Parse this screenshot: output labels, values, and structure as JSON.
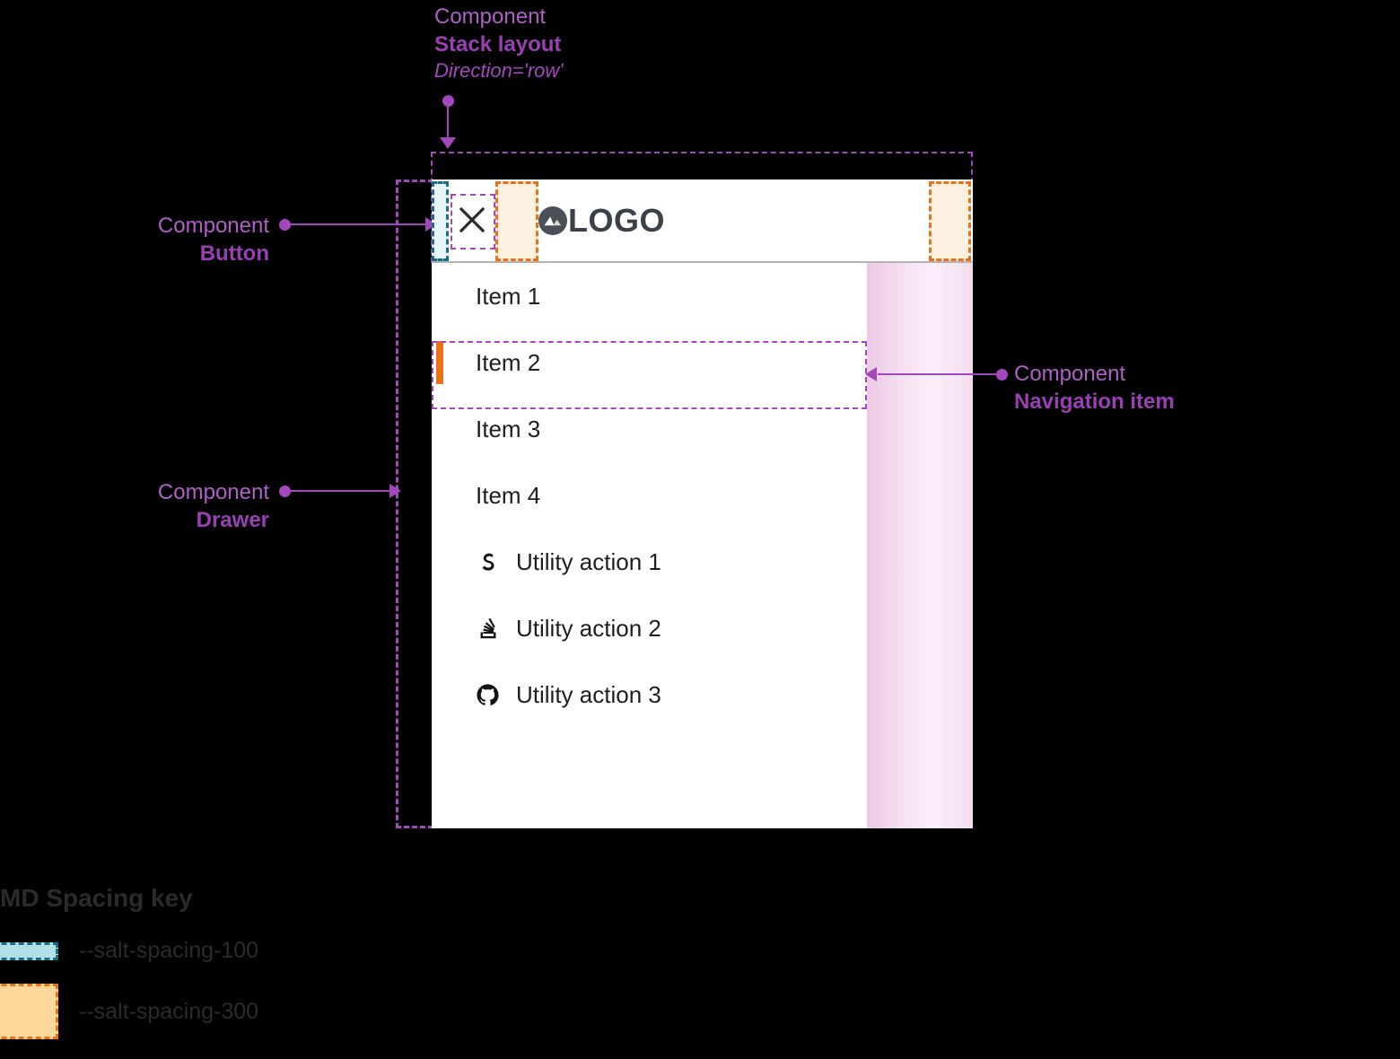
{
  "annotations": {
    "stack_layout": {
      "kind": "Component",
      "name": "Stack layout",
      "prop": "Direction='row'"
    },
    "button": {
      "kind": "Component",
      "name": "Button"
    },
    "drawer": {
      "kind": "Component",
      "name": "Drawer"
    },
    "navigation_item": {
      "kind": "Component",
      "name": "Navigation item"
    }
  },
  "drawer": {
    "header": {
      "close_icon": "close-icon",
      "logo_icon": "mountain-logo-icon",
      "logo_text": "LOGO"
    },
    "nav_items": [
      {
        "label": "Item 1",
        "active": false
      },
      {
        "label": "Item 2",
        "active": true
      },
      {
        "label": "Item 3",
        "active": false
      },
      {
        "label": "Item 4",
        "active": false
      }
    ],
    "utility_actions": [
      {
        "label": "Utility action 1",
        "icon": "salt-s-icon"
      },
      {
        "label": "Utility action 2",
        "icon": "stack-overflow-icon"
      },
      {
        "label": "Utility action 3",
        "icon": "github-icon"
      }
    ]
  },
  "legend": {
    "title": "MD Spacing key",
    "items": [
      {
        "token": "--salt-spacing-100",
        "fill": "#b3dfe8",
        "stroke": "#1a6f85"
      },
      {
        "token": "--salt-spacing-300",
        "fill": "#fcd99a",
        "stroke": "#e8711a"
      }
    ]
  },
  "colors": {
    "annotation": "#a347bd",
    "active_indicator": "#e8711a",
    "spacing_100_fill": "#e9f4f7",
    "spacing_100_stroke": "#1a6f85",
    "spacing_300_fill": "#fdf2e2",
    "spacing_300_stroke": "#e8711a",
    "background": "#000000",
    "surface": "#ffffff",
    "text": "#1e1e1e"
  }
}
